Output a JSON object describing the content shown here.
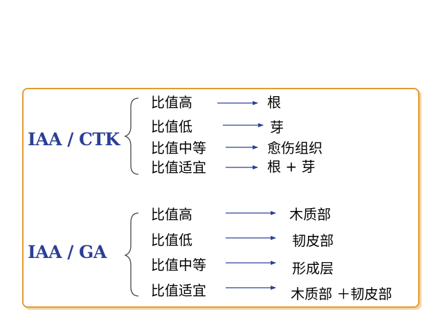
{
  "colors": {
    "border": "#e39a30",
    "label": "#2a3f96",
    "arrow": "#2a3f96"
  },
  "groups": [
    {
      "label": "IAA / CTK",
      "rows": [
        {
          "condition": "比值高",
          "result": "根"
        },
        {
          "condition": "比值低",
          "result": "芽"
        },
        {
          "condition": "比值中等",
          "result": "愈伤组织"
        },
        {
          "condition": "比值适宜",
          "result": "根 + 芽"
        }
      ]
    },
    {
      "label": "IAA / GA",
      "rows": [
        {
          "condition": "比值高",
          "result": "木质部"
        },
        {
          "condition": "比值低",
          "result": "韧皮部"
        },
        {
          "condition": "比值中等",
          "result": "形成层"
        },
        {
          "condition": "比值适宜",
          "result": "木质部 ＋韧皮部"
        }
      ]
    }
  ]
}
